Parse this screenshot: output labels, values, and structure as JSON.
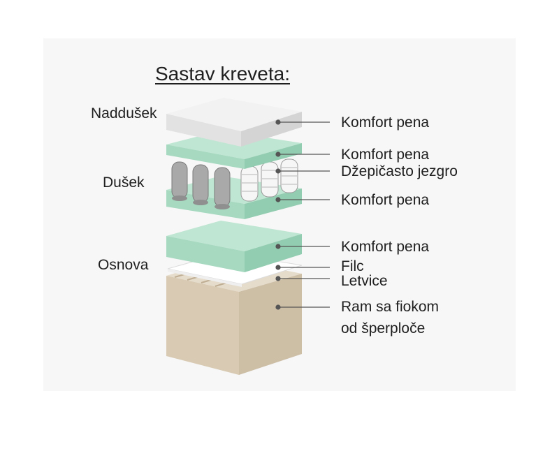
{
  "title": "Sastav kreveta:",
  "groups": {
    "topper": "Naddušek",
    "mattress": "Dušek",
    "base": "Osnova"
  },
  "layers": {
    "topper_foam": "Komfort pena",
    "mattress_top_foam": "Komfort pena",
    "pocket_core": "Džepičasto jezgro",
    "mattress_bottom_foam": "Komfort pena",
    "base_foam": "Komfort pena",
    "felt": "Filc",
    "slats": "Letvice",
    "frame_line1": "Ram sa fiokom",
    "frame_line2": "od šperploče"
  },
  "colors": {
    "topper": "#ececec",
    "foam": "#a9dcc3",
    "frame": "#d9cbb5",
    "leader": "#555555"
  }
}
